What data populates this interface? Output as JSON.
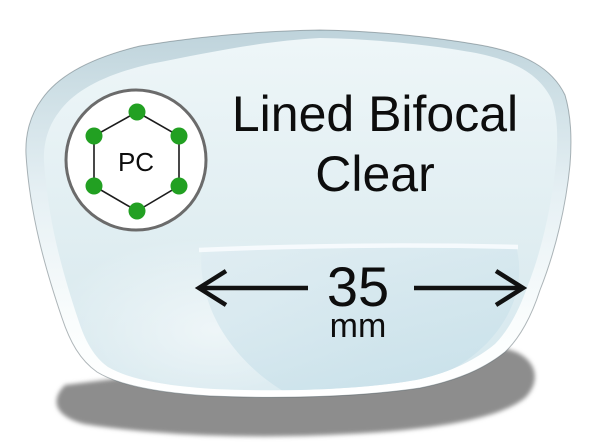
{
  "lens": {
    "title": {
      "line1": "Lined Bifocal",
      "line2": "Clear"
    },
    "material_badge": {
      "label": "PC"
    },
    "segment_width": {
      "value": "35",
      "unit": "mm"
    }
  },
  "colors": {
    "dot_green": "#22a022",
    "hexagon_line": "#1c1c1c",
    "badge_ring_gray": "#6b6b6b",
    "badge_fill": "#ffffff",
    "lens_edge_band": "#c6dae1",
    "lens_tint": "#d8e9ef",
    "segment_tint": "#cbe2ea",
    "shadow_gray": "#8d8d8d",
    "arrow_black": "#111111",
    "text_black": "#0d0d0d"
  }
}
